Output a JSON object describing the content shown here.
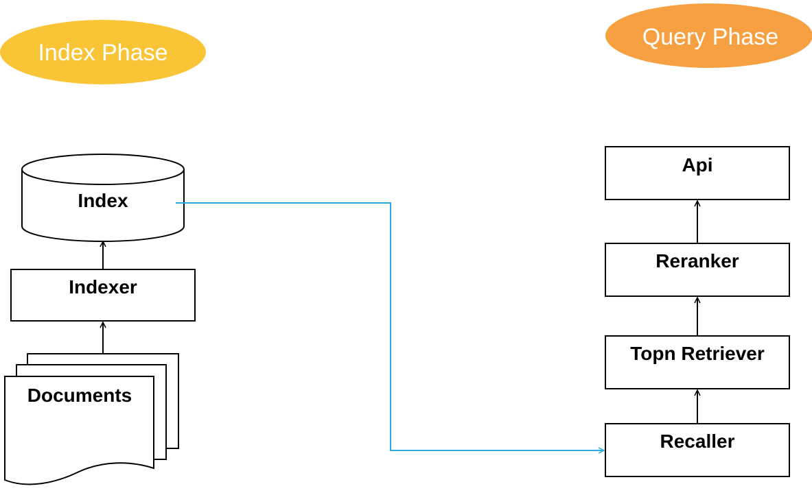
{
  "phases": {
    "index": {
      "label": "Index Phase",
      "color": "#F9C536"
    },
    "query": {
      "label": "Query Phase",
      "color": "#F7A042"
    }
  },
  "index_side": {
    "index_store": "Index",
    "indexer": "Indexer",
    "documents": "Documents"
  },
  "query_side": {
    "api": "Api",
    "reranker": "Reranker",
    "topn_retriever": "Topn Retriever",
    "recaller": "Recaller"
  },
  "colors": {
    "connector": "#29ABE2",
    "stroke": "#000000"
  }
}
